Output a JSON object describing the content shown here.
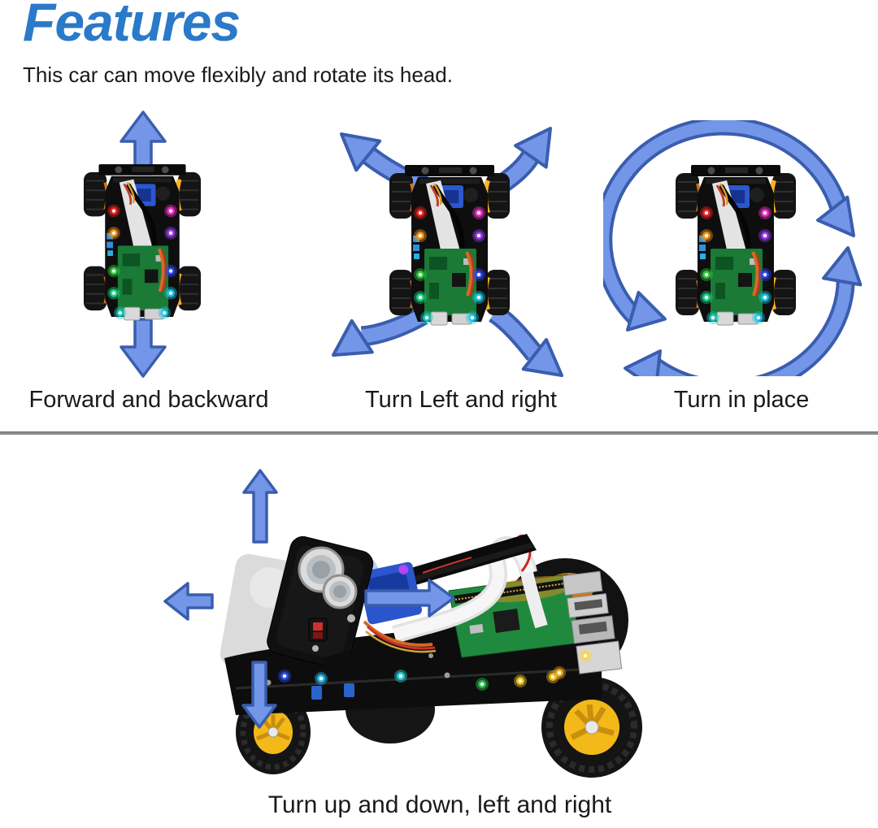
{
  "header": {
    "title": "Features",
    "subtitle": "This car can move flexibly and rotate its head."
  },
  "top_figures": [
    {
      "id": "forward-backward",
      "caption": "Forward and backward",
      "icon": "car-top-view-with-up-down-arrows"
    },
    {
      "id": "turn-left-right",
      "caption": "Turn Left and right",
      "icon": "car-top-view-with-diagonal-curved-arrows"
    },
    {
      "id": "turn-in-place",
      "caption": "Turn in place",
      "icon": "car-top-view-with-circular-rotation-arrows"
    }
  ],
  "bottom_figure": {
    "id": "head-pan-tilt",
    "caption": "Turn up and down, left and right",
    "icon": "car-side-view-with-pan-tilt-arrows"
  },
  "colors": {
    "title": "#2b79c9",
    "text": "#1a1a1a",
    "arrow_fill": "#7396e8",
    "arrow_outline": "#3a5dae",
    "divider": "#8c8c8c"
  }
}
